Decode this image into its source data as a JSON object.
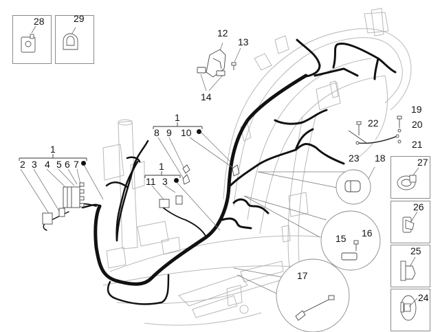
{
  "diagram": {
    "type": "exploded parts diagram",
    "subject": "main wiring harness on scooter frame",
    "callouts": [
      {
        "id": "1",
        "kind": "group-header",
        "children": [
          "2",
          "3",
          "4",
          "5",
          "6",
          "7"
        ],
        "has_dot": true
      },
      {
        "id": "1",
        "kind": "group-header",
        "children": [
          "8",
          "9",
          "10"
        ],
        "has_dot": true
      },
      {
        "id": "1",
        "kind": "group-header",
        "children": [
          "11",
          "3"
        ],
        "has_dot": true
      }
    ],
    "labels": {
      "l1a": "1",
      "l2": "2",
      "l3a": "3",
      "l4": "4",
      "l5": "5",
      "l6": "6",
      "l7": "7",
      "l1b": "1",
      "l8": "8",
      "l9": "9",
      "l10": "10",
      "l1c": "1",
      "l11": "11",
      "l3b": "3",
      "l12": "12",
      "l13": "13",
      "l14": "14",
      "l15": "15",
      "l16": "16",
      "l17": "17",
      "l18": "18",
      "l19": "19",
      "l20": "20",
      "l21": "21",
      "l22": "22",
      "l23": "23",
      "l24": "24",
      "l25": "25",
      "l26": "26",
      "l27": "27",
      "l28": "28",
      "l29": "29"
    },
    "inset_boxes": [
      {
        "part": "28",
        "depicts": "cable clip"
      },
      {
        "part": "29",
        "depicts": "cable clamp"
      },
      {
        "part": "27",
        "depicts": "hose clamp"
      },
      {
        "part": "26",
        "depicts": "cable tie mount"
      },
      {
        "part": "25",
        "depicts": "cable tie mount"
      },
      {
        "part": "24",
        "depicts": "grommet clip"
      }
    ],
    "detail_circles": [
      {
        "parts": [
          "23"
        ],
        "depicts": "connector"
      },
      {
        "parts": [
          "15",
          "16"
        ],
        "depicts": "sensor with screw"
      },
      {
        "parts": [
          "17"
        ],
        "depicts": "cable tie push mount"
      }
    ],
    "colors": {
      "line": "#111111",
      "frame": "#b8b8b8",
      "box_border": "#8a8a8a",
      "background": "#ffffff"
    }
  }
}
